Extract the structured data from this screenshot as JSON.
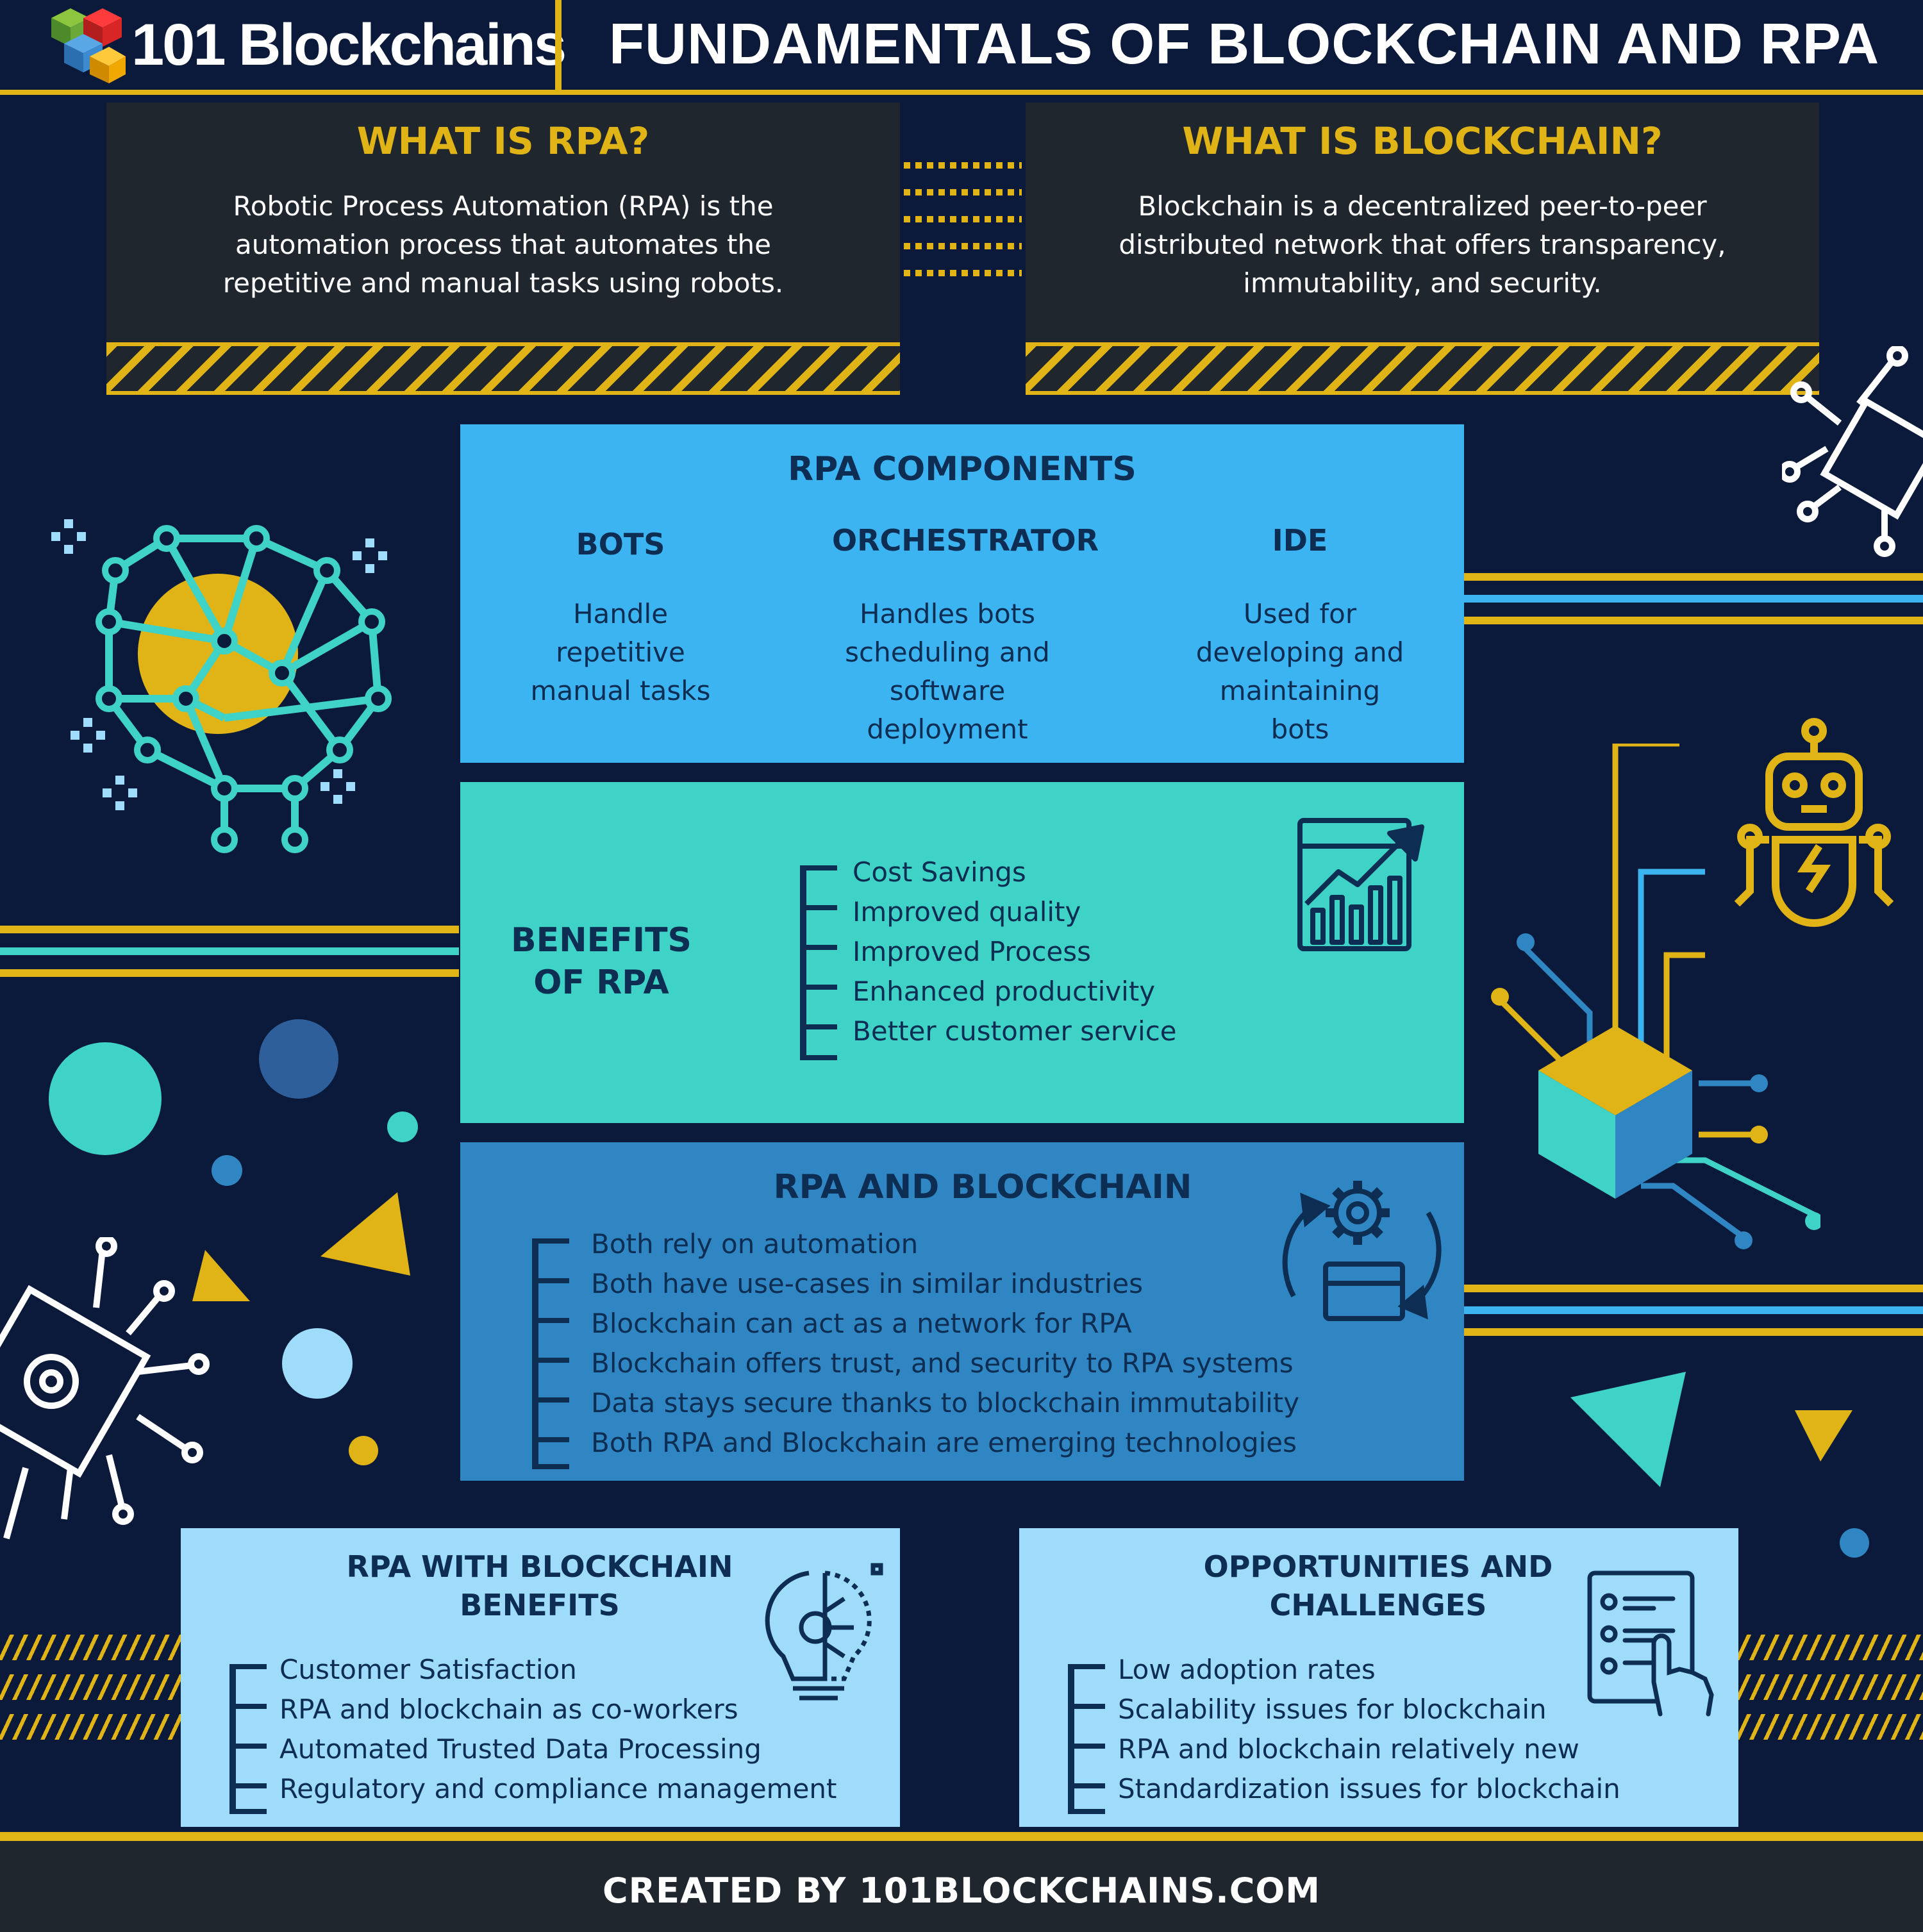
{
  "header": {
    "brand": "101 Blockchains",
    "title": "FUNDAMENTALS OF BLOCKCHAIN AND RPA"
  },
  "what_is_rpa": {
    "title": "WHAT IS RPA?",
    "text": "Robotic Process Automation (RPA) is the automation process that automates the repetitive and manual tasks using robots."
  },
  "what_is_blockchain": {
    "title": "WHAT IS BLOCKCHAIN?",
    "text": "Blockchain is a decentralized peer-to-peer distributed network that offers transparency, immutability, and security."
  },
  "rpa_components": {
    "title": "RPA COMPONENTS",
    "items": [
      {
        "title": "BOTS",
        "text": "Handle repetitive manual tasks"
      },
      {
        "title": "ORCHESTRATOR",
        "text": "Handles bots scheduling and software deployment"
      },
      {
        "title": "IDE",
        "text": "Used for developing and maintaining bots"
      }
    ]
  },
  "benefits_of_rpa": {
    "title": "BENEFITS OF RPA",
    "items": [
      "Cost Savings",
      "Improved quality",
      "Improved Process",
      "Enhanced productivity",
      "Better customer service"
    ]
  },
  "rpa_and_blockchain": {
    "title": "RPA AND BLOCKCHAIN",
    "items": [
      "Both rely on automation",
      "Both have use-cases in similar industries",
      "Blockchain can act as a network for RPA",
      "Blockchain offers trust, and security to RPA systems",
      "Data stays secure thanks to blockchain immutability",
      "Both RPA and Blockchain are emerging technologies"
    ]
  },
  "rpa_with_blockchain_benefits": {
    "title": "RPA WITH BLOCKCHAIN BENEFITS",
    "items": [
      "Customer Satisfaction",
      "RPA and blockchain as co-workers",
      "Automated Trusted Data Processing",
      "Regulatory and compliance management"
    ]
  },
  "opportunities_and_challenges": {
    "title": "OPPORTUNITIES AND CHALLENGES",
    "items": [
      "Low adoption rates",
      "Scalability issues for blockchain",
      "RPA and blockchain relatively new",
      "Standardization issues for blockchain"
    ]
  },
  "footer": {
    "text": "CREATED BY 101BLOCKCHAINS.COM"
  },
  "colors": {
    "background": "#0b1a3a",
    "accent_yellow": "#e0b416",
    "panel_dark": "#1f262e",
    "components_blue": "#3db4f2",
    "benefits_teal": "#3ed3c6",
    "rpa_blockchain_blue": "#2f86c2",
    "light_blue": "#9fdcfb"
  },
  "icons": [
    "cubes-logo-icon",
    "brain-network-icon",
    "chip-icon",
    "robot-icon",
    "cube-circuit-icon",
    "growth-chart-icon",
    "gear-cycle-icon",
    "lightbulb-circuit-icon",
    "checklist-hand-icon",
    "gear-chip-icon"
  ]
}
